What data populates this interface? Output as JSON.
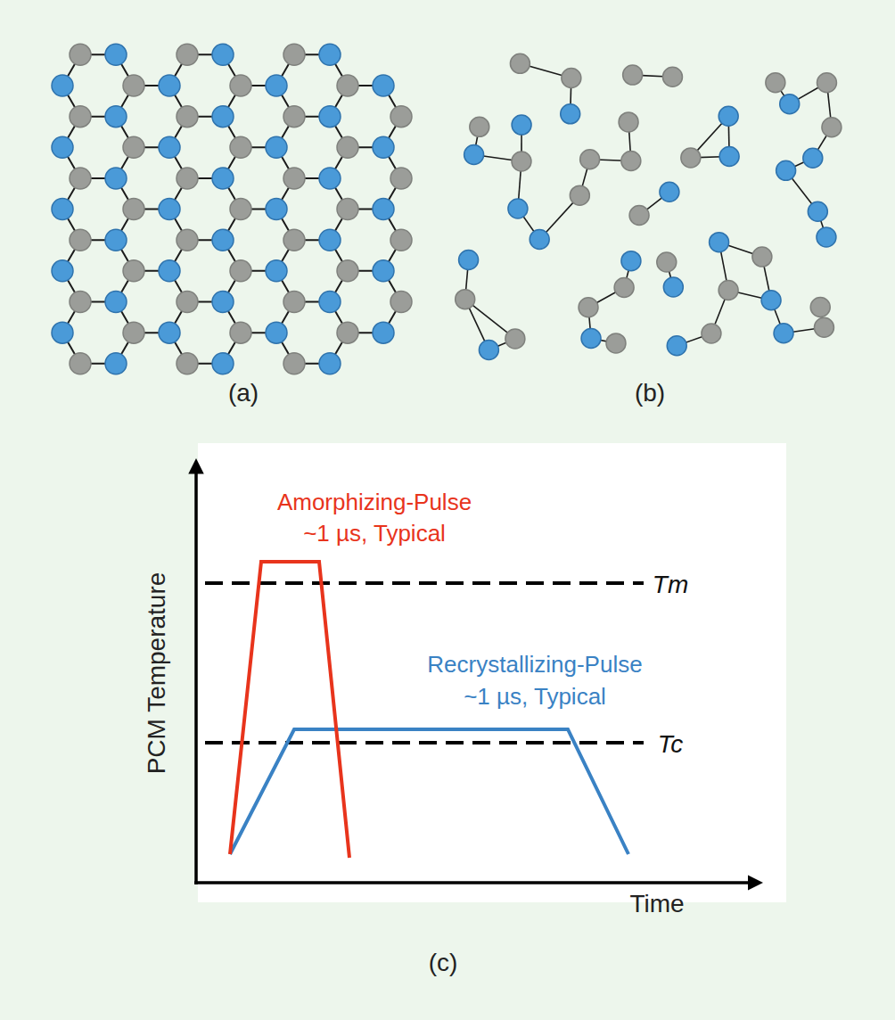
{
  "diagram": {
    "labels": [
      "(a)",
      "(b)",
      "Amorphizing-Pulse",
      "~1 µs, Typical",
      "Recrystallizing-Pulse",
      "~1 µs, Typical",
      "Tm",
      "Tc",
      "PCM Temperature",
      "Time",
      "(c)"
    ]
  }
}
